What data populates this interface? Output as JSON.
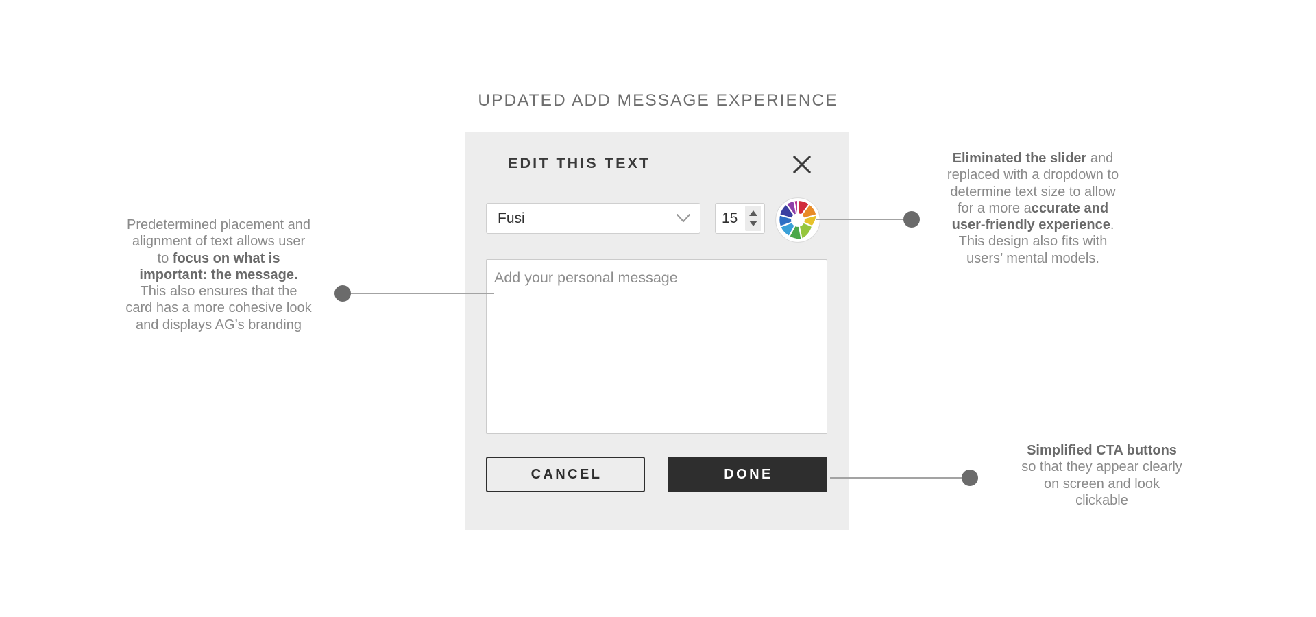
{
  "page": {
    "title": "UPDATED ADD MESSAGE EXPERIENCE",
    "background_color": "#ffffff"
  },
  "modal": {
    "title": "EDIT THIS TEXT",
    "background_color": "#ededed",
    "close_icon": "close-x-icon",
    "font_select": {
      "value": "Fusi",
      "chevron_icon": "chevron-down-icon"
    },
    "size_stepper": {
      "value": "15",
      "increment_icon": "triangle-up-icon",
      "decrement_icon": "triangle-down-icon"
    },
    "color_wheel": {
      "icon": "color-wheel-icon",
      "segments": [
        "#d12b3b",
        "#e88b27",
        "#e7c22a",
        "#95c63d",
        "#4ba74a",
        "#3aa0d8",
        "#2f6fc4",
        "#3b3fa0",
        "#8e3fa8",
        "#b52a8d"
      ]
    },
    "message": {
      "placeholder": "Add your personal message",
      "value": ""
    },
    "buttons": {
      "cancel_label": "CANCEL",
      "done_label": "DONE",
      "done_background": "#2e2e2e",
      "cancel_border": "#2e2e2e"
    }
  },
  "annotations": {
    "left": {
      "name": "annotation-text-placement",
      "parts": [
        {
          "text": "Predetermined placement and alignment of text allows user to ",
          "bold": false
        },
        {
          "text": "focus on what is important: the message.",
          "bold": true
        },
        {
          "text": " This also ensures that the card has a more cohesive look and displays AG’s branding",
          "bold": false
        }
      ]
    },
    "top_right": {
      "name": "annotation-slider-replaced",
      "parts": [
        {
          "text": "Eliminated the slider",
          "bold": true
        },
        {
          "text": " and replaced with a dropdown to determine text size to allow for a more a",
          "bold": false
        },
        {
          "text": "ccurate and user-friendly experience",
          "bold": true
        },
        {
          "text": ". This design also fits with users’ mental models.",
          "bold": false
        }
      ]
    },
    "bottom_right": {
      "name": "annotation-cta-buttons",
      "parts": [
        {
          "text": "Simplified CTA buttons",
          "bold": true
        },
        {
          "text": " so that they appear clearly on screen and look clickable",
          "bold": false
        }
      ]
    }
  },
  "connectors": {
    "dot_color": "#6b6b6b",
    "line_color": "#a3a3a3"
  }
}
